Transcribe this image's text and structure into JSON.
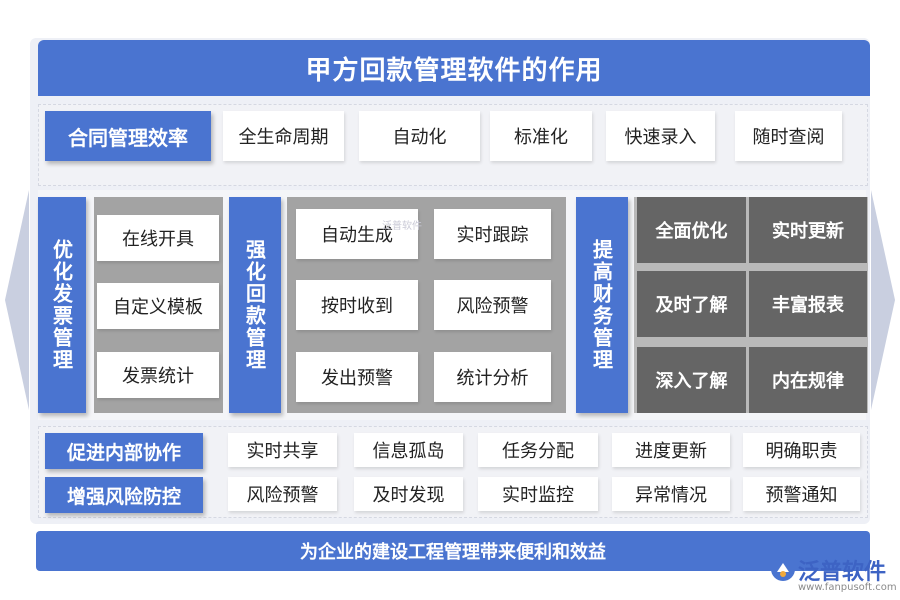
{
  "title": "甲方回款管理软件的作用",
  "row1": {
    "label": "合同管理效率",
    "items": [
      "全生命周期",
      "自动化",
      "标准化",
      "快速录入",
      "随时查阅"
    ]
  },
  "invoice": {
    "label": "优化发票管理",
    "items": [
      "在线开具",
      "自定义模板",
      "发票统计"
    ]
  },
  "payment": {
    "label": "强化回款管理",
    "items": [
      "自动生成",
      "实时跟踪",
      "按时收到",
      "风险预警",
      "发出预警",
      "统计分析"
    ]
  },
  "finance": {
    "label": "提高财务管理",
    "items": [
      "全面优化",
      "实时更新",
      "及时了解",
      "丰富报表",
      "深入了解",
      "内在规律"
    ]
  },
  "row4": {
    "label": "促进内部协作",
    "items": [
      "实时共享",
      "信息孤岛",
      "任务分配",
      "进度更新",
      "明确职责"
    ]
  },
  "row5": {
    "label": "增强风险防控",
    "items": [
      "风险预警",
      "及时发现",
      "实时监控",
      "异常情况",
      "预警通知"
    ]
  },
  "footer": "为企业的建设工程管理带来便利和效益",
  "logo": {
    "name": "泛普软件",
    "url": "www.fanpusoft.com",
    "watermark": "泛普软件"
  },
  "colors": {
    "primary_blue": "#4a74d0",
    "dark_grey": "#656565",
    "panel_grey": "#a3a3a3",
    "background": "#eef0f6"
  }
}
